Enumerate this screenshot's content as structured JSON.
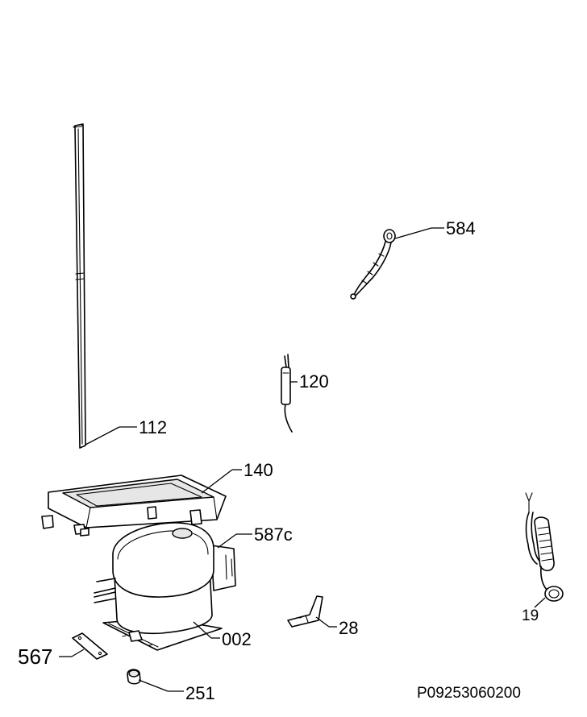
{
  "diagram": {
    "reference_code": "P09253060200",
    "parts": [
      {
        "id": "112",
        "label": "112",
        "icon": "tube-icon"
      },
      {
        "id": "584",
        "label": "584",
        "icon": "cable-harness-icon"
      },
      {
        "id": "120",
        "label": "120",
        "icon": "sensor-probe-icon"
      },
      {
        "id": "140",
        "label": "140",
        "icon": "compressor-tray-icon"
      },
      {
        "id": "587c",
        "label": "587c",
        "icon": "relay-box-icon"
      },
      {
        "id": "002",
        "label": "002",
        "icon": "compressor-icon"
      },
      {
        "id": "28",
        "label": "28",
        "icon": "bracket-clip-icon"
      },
      {
        "id": "19",
        "label": "19",
        "icon": "heater-coil-icon"
      },
      {
        "id": "567",
        "label": "567",
        "icon": "mounting-plate-icon"
      },
      {
        "id": "251",
        "label": "251",
        "icon": "grommet-icon"
      }
    ]
  }
}
